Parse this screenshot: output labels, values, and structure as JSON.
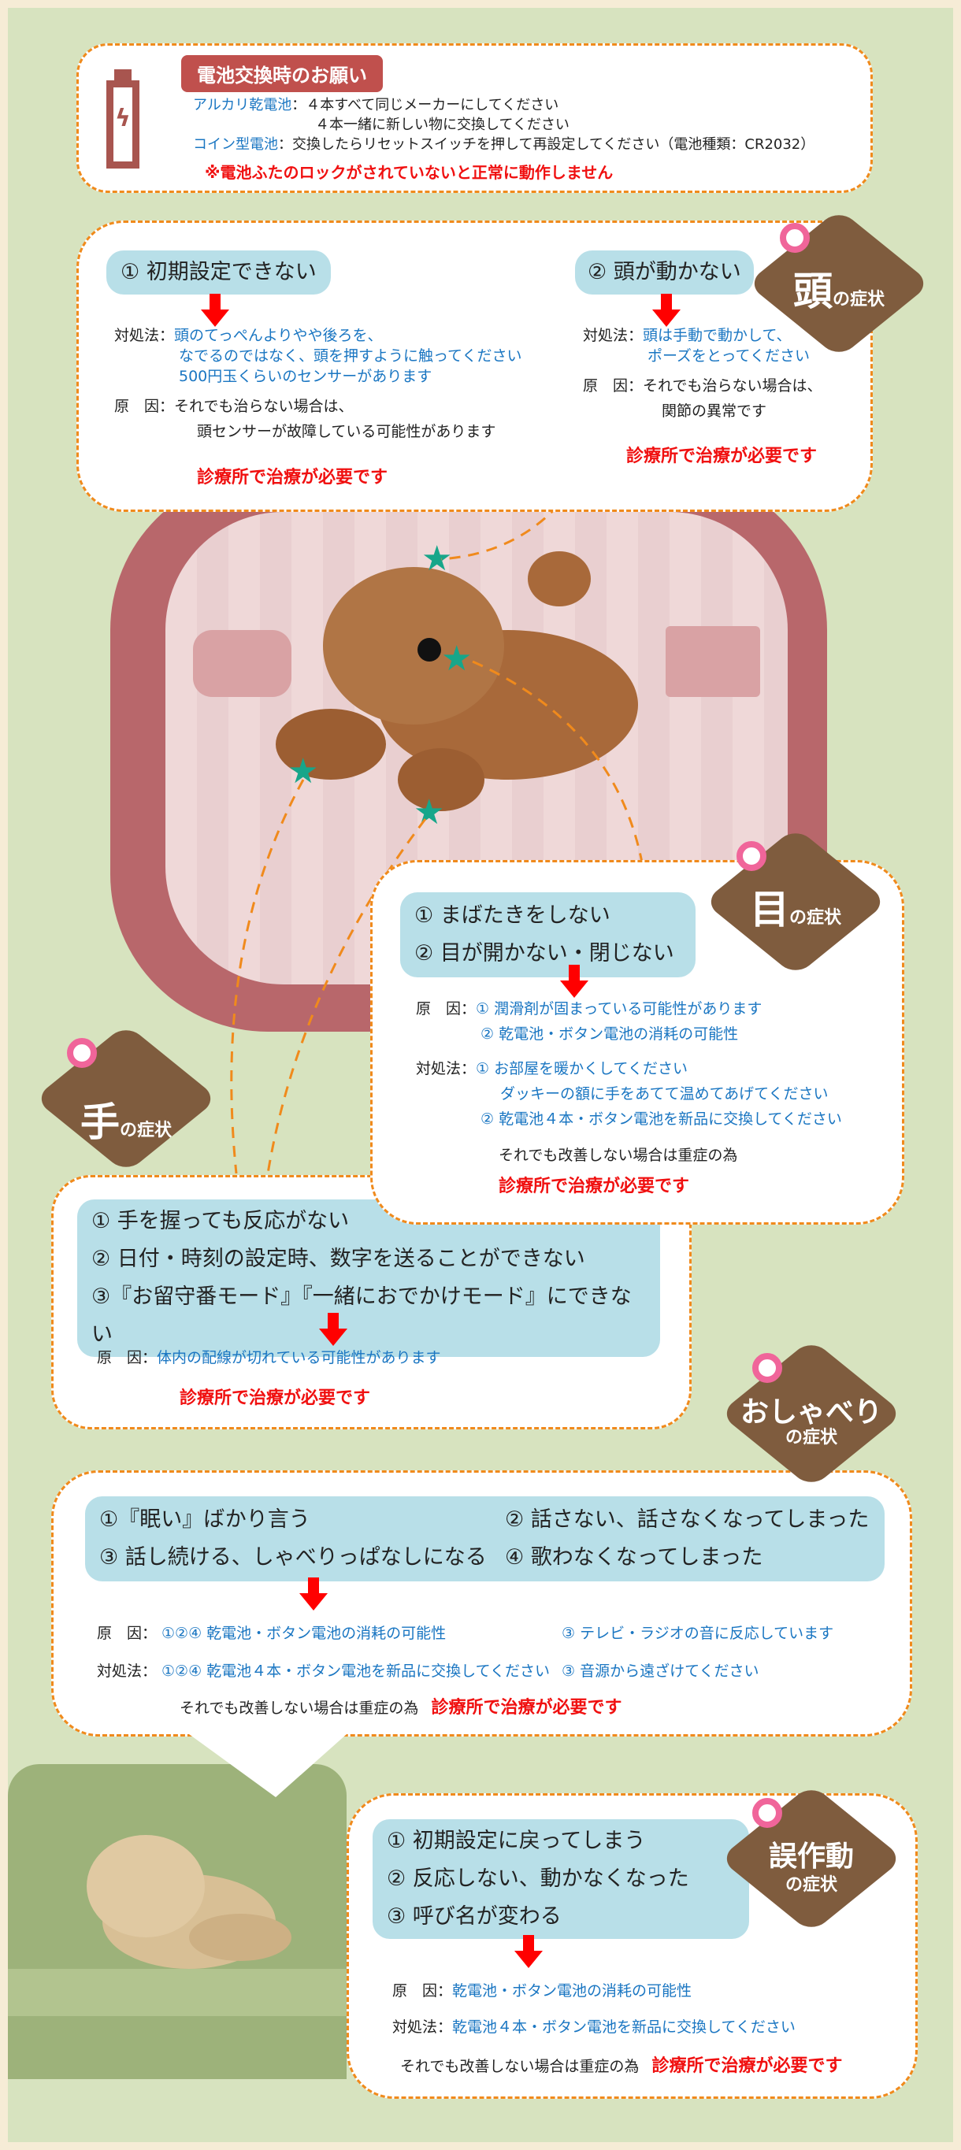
{
  "battery": {
    "title": "電池交換時のお願い",
    "icon": "battery-charging-icon",
    "color": "#c0504d",
    "rows": [
      {
        "label": "アルカリ乾電池",
        "lines": [
          "４本すべて同じメーカーにしてください",
          "４本一緒に新しい物に交換してください"
        ]
      },
      {
        "label": "コイン型電池",
        "lines": [
          "交換したらリセットスイッチを押して再設定してください（電池種類：CR2032）"
        ]
      }
    ],
    "warning": "※電池ふたのロックがされていないと正常に動作しません"
  },
  "head": {
    "tag_main": "頭",
    "tag_suffix": "の症状",
    "issue1": {
      "title": "① 初期設定できない",
      "fix_label": "対処法：",
      "fix": [
        "頭のてっぺんよりやや後ろを、",
        "なでるのではなく、頭を押すように触ってください",
        "500円玉くらいのセンサーがあります"
      ],
      "cause_label": "原　因：",
      "cause": [
        "それでも治らない場合は、",
        "頭センサーが故障している可能性があります"
      ],
      "note": "診療所で治療が必要です"
    },
    "issue2": {
      "title": "② 頭が動かない",
      "fix_label": "対処法：",
      "fix": [
        "頭は手動で動かして、",
        "ポーズをとってください"
      ],
      "cause_label": "原　因：",
      "cause": [
        "それでも治らない場合は、",
        "関節の異常です"
      ],
      "note": "診療所で治療が必要です"
    }
  },
  "eye": {
    "tag_main": "目",
    "tag_suffix": "の症状",
    "symptoms": [
      "① まばたきをしない",
      "② 目が開かない・閉じない"
    ],
    "cause_label": "原　因：",
    "causes": [
      "① 潤滑剤が固まっている可能性があります",
      "② 乾電池・ボタン電池の消耗の可能性"
    ],
    "fix_label": "対処法：",
    "fixes": [
      "① お部屋を暖かくしてください",
      "　 ダッキーの額に手をあてて温めてあげてください",
      "② 乾電池４本・ボタン電池を新品に交換してください"
    ],
    "note_black": "それでも改善しない場合は重症の為",
    "note": "診療所で治療が必要です"
  },
  "hand": {
    "tag_main": "手",
    "tag_suffix": "の症状",
    "symptoms": [
      "① 手を握っても反応がない",
      "② 日付・時刻の設定時、数字を送ることができない",
      "③『お留守番モード』『一緒におでかけモード』にできない"
    ],
    "cause_label": "原　因：",
    "cause": "体内の配線が切れている可能性があります",
    "note": "診療所で治療が必要です"
  },
  "talk": {
    "tag_main": "おしゃべり",
    "tag_suffix": "の症状",
    "symptoms": [
      "①『眠い』ばかり言う",
      "② 話さない、話さなくなってしまった",
      "③ 話し続ける、しゃべりっぱなしになる",
      "④ 歌わなくなってしまった"
    ],
    "cause_label": "原　因：",
    "cause1": "①②④ 乾電池・ボタン電池の消耗の可能性",
    "cause2": "③ テレビ・ラジオの音に反応しています",
    "fix_label": "対処法：",
    "fix1": "①②④ 乾電池４本・ボタン電池を新品に交換してください",
    "fix2": "③ 音源から遠ざけてください",
    "note_black": "それでも改善しない場合は重症の為",
    "note": "診療所で治療が必要です"
  },
  "misc": {
    "tag_main": "誤作動",
    "tag_suffix": "の症状",
    "symptoms": [
      "① 初期設定に戻ってしまう",
      "② 反応しない、動かなくなった",
      "③ 呼び名が変わる"
    ],
    "cause_label": "原　因：",
    "cause": "乾電池・ボタン電池の消耗の可能性",
    "fix_label": "対処法：",
    "fix": "乾電池４本・ボタン電池を新品に交換してください",
    "note_black": "それでも改善しない場合は重症の為",
    "note": "診療所で治療が必要です"
  },
  "colors": {
    "background": "#d7e3bf",
    "dashed_border": "#f08a1c",
    "symptom_box": "#b8dfe8",
    "tag": "#7f5c3e",
    "tag_hole": "#f0659a",
    "blue_text": "#1a76c2",
    "red_text": "#f01010",
    "sensor_star": "#17a68a"
  }
}
